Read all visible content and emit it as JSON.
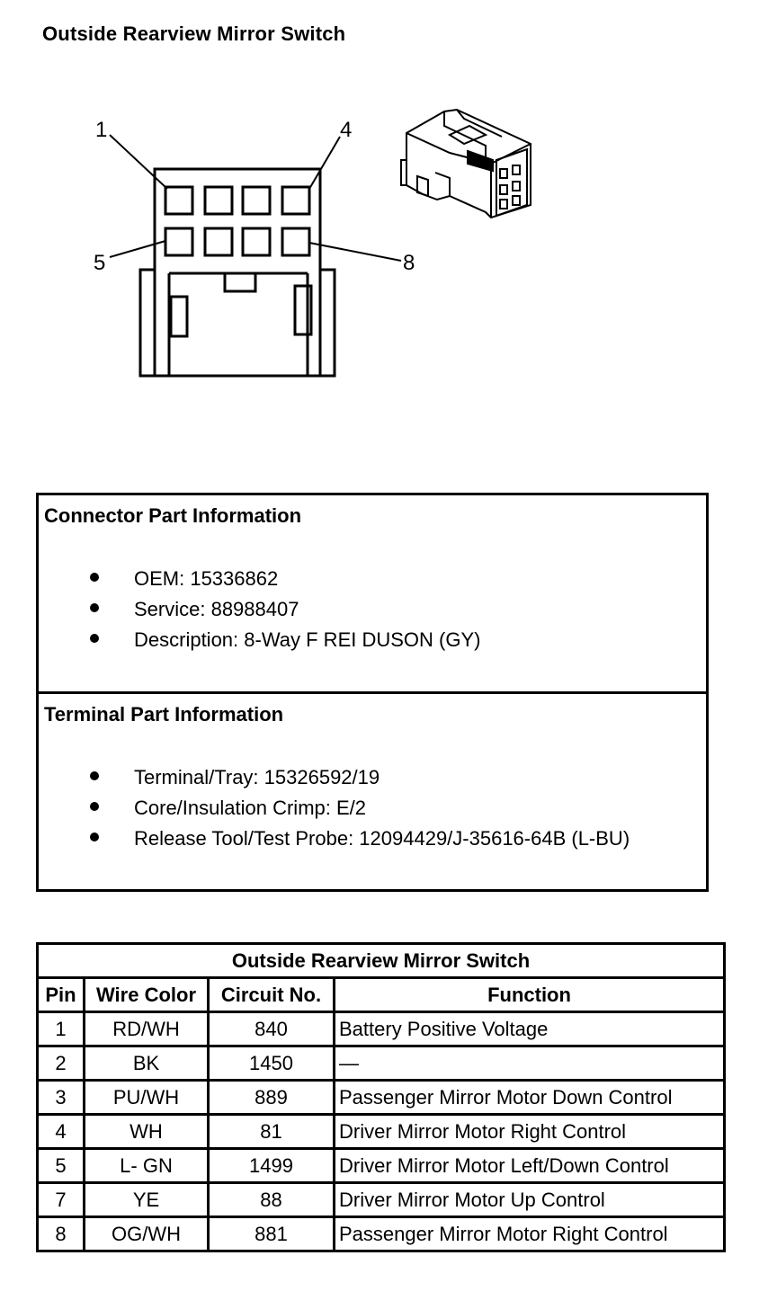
{
  "page": {
    "title": "Outside Rearview Mirror Switch"
  },
  "diagram": {
    "callouts": [
      "1",
      "4",
      "5",
      "8"
    ]
  },
  "connector_info": {
    "heading": "Connector Part Information",
    "items": [
      "OEM: 15336862",
      "Service: 88988407",
      "Description: 8-Way F REI DUSON (GY)"
    ]
  },
  "terminal_info": {
    "heading": "Terminal Part Information",
    "items": [
      "Terminal/Tray: 15326592/19",
      "Core/Insulation Crimp: E/2",
      "Release Tool/Test Probe: 12094429/J-35616-64B (L-BU)"
    ]
  },
  "pin_table": {
    "title": "Outside Rearview Mirror Switch",
    "headers": [
      "Pin",
      "Wire Color",
      "Circuit No.",
      "Function"
    ],
    "rows": [
      [
        "1",
        "RD/WH",
        "840",
        "Battery Positive Voltage"
      ],
      [
        "2",
        "BK",
        "1450",
        "—"
      ],
      [
        "3",
        "PU/WH",
        "889",
        "Passenger Mirror Motor Down Control"
      ],
      [
        "4",
        "WH",
        "81",
        "Driver Mirror Motor Right Control"
      ],
      [
        "5",
        "L- GN",
        "1499",
        "Driver Mirror Motor Left/Down Control"
      ],
      [
        "7",
        "YE",
        "88",
        "Driver Mirror Motor Up Control"
      ],
      [
        "8",
        "OG/WH",
        "881",
        "Passenger Mirror Motor Right Control"
      ]
    ]
  }
}
